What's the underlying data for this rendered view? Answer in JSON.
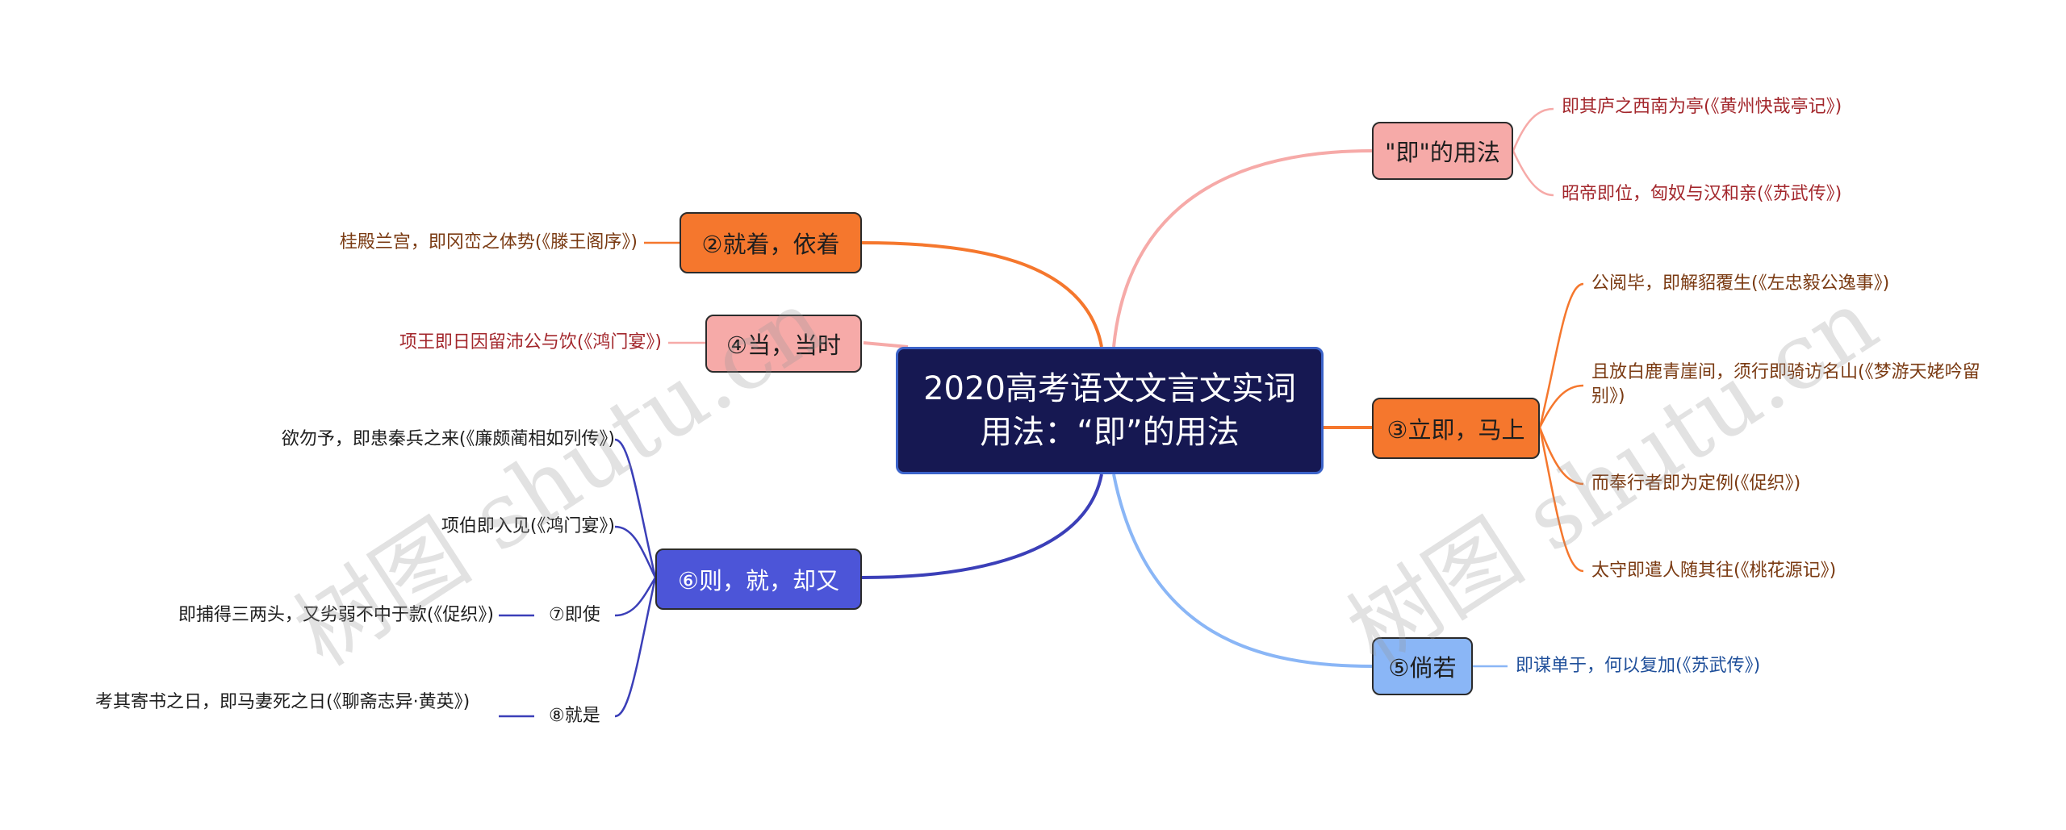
{
  "root": {
    "title": "2020高考语文文言文实词用法：“即”的用法"
  },
  "branches": {
    "b1": {
      "label": "\"即\"的用法",
      "leaves": [
        "即其庐之西南为亭(《黄州快哉亭记》)",
        "昭帝即位，匈奴与汉和亲(《苏武传》)"
      ]
    },
    "b2": {
      "label": "②就着，依着",
      "leaves": [
        "桂殿兰宫，即冈峦之体势(《滕王阁序》)"
      ]
    },
    "b3": {
      "label": "③立即，马上",
      "leaves": [
        "公阅毕，即解貂覆生(《左忠毅公逸事》)",
        "且放白鹿青崖间，须行即骑访名山(《梦游天姥吟留别》)",
        "而奉行者即为定例(《促织》)",
        "太守即遣人随其往(《桃花源记》)"
      ]
    },
    "b4": {
      "label": "④当，当时",
      "leaves": [
        "项王即日因留沛公与饮(《鸿门宴》)"
      ]
    },
    "b5": {
      "label": "⑤倘若",
      "leaves": [
        "即谋单于，何以复加(《苏武传》)"
      ]
    },
    "b6": {
      "label": "⑥则，就，却又",
      "leaves": [
        "欲勿予，即患秦兵之来(《廉颇蔺相如列传》)",
        "项伯即入见(《鸿门宴》)"
      ],
      "subs": [
        {
          "label": "⑦即使",
          "leaf": "即捕得三两头，又劣弱不中于款(《促织》)"
        },
        {
          "label": "⑧就是",
          "leaf": "考其寄书之日，即马妻死之日(《聊斋志异·黄英》)"
        }
      ]
    }
  },
  "watermarks": [
    "树图 shutu.cn",
    "树图 shutu.cn"
  ],
  "colors": {
    "orange": "#f5772d",
    "pink": "#f6aaa8",
    "light_blue": "#8ab6f6",
    "dark_blue": "#4c55d8",
    "root_bg": "#161852"
  }
}
